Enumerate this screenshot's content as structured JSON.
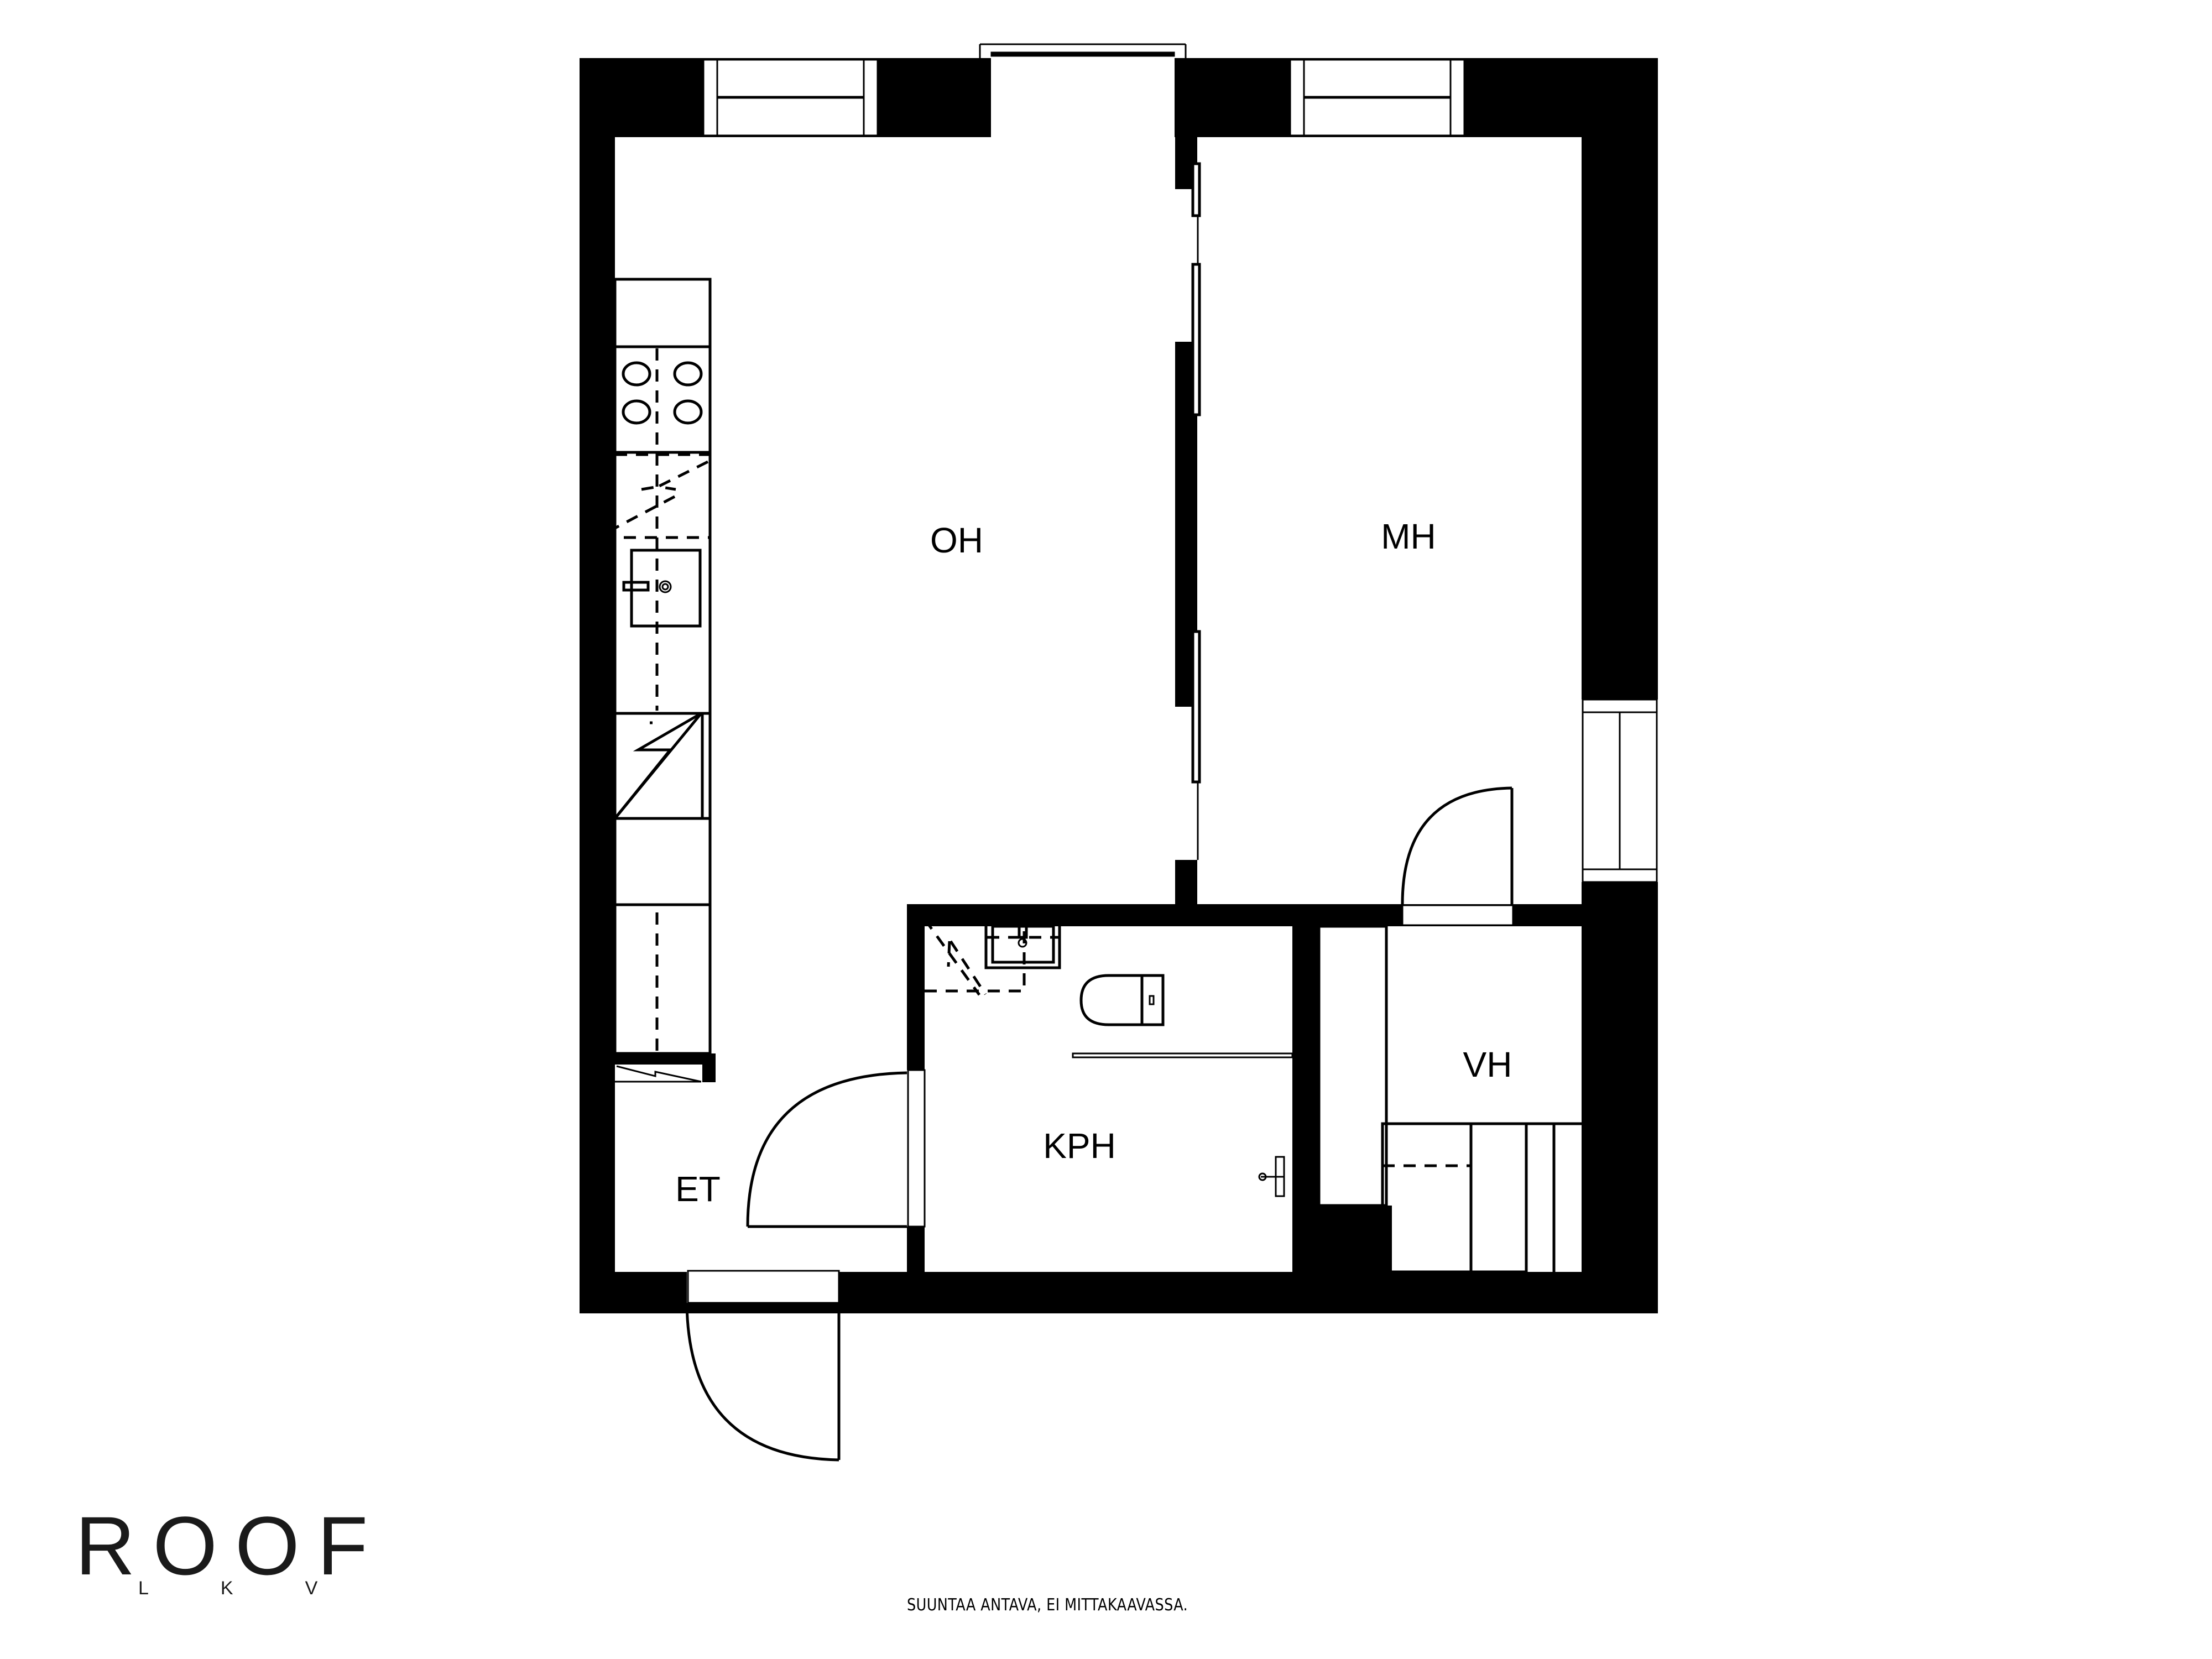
{
  "floorplan": {
    "rooms": [
      {
        "id": "oh",
        "label": "OH"
      },
      {
        "id": "mh",
        "label": "MH"
      },
      {
        "id": "kph",
        "label": "KPH"
      },
      {
        "id": "vh",
        "label": "VH"
      },
      {
        "id": "et",
        "label": "ET"
      }
    ],
    "fixtures": [
      "kitchen-counter",
      "stove-4-burner",
      "dishwasher",
      "kitchen-sink",
      "fridge",
      "wardrobe",
      "bathroom-sink",
      "toilet",
      "shower-wall",
      "shower-tap",
      "washing-machine",
      "closet",
      "shelving"
    ],
    "colors": {
      "wall": "#000000",
      "background": "#ffffff"
    }
  },
  "branding": {
    "logo_main": "ROOF",
    "logo_sub": [
      "L",
      "K",
      "V"
    ]
  },
  "footer": {
    "disclaimer": "SUUNTAA ANTAVA, EI MITTAKAAVASSA."
  }
}
